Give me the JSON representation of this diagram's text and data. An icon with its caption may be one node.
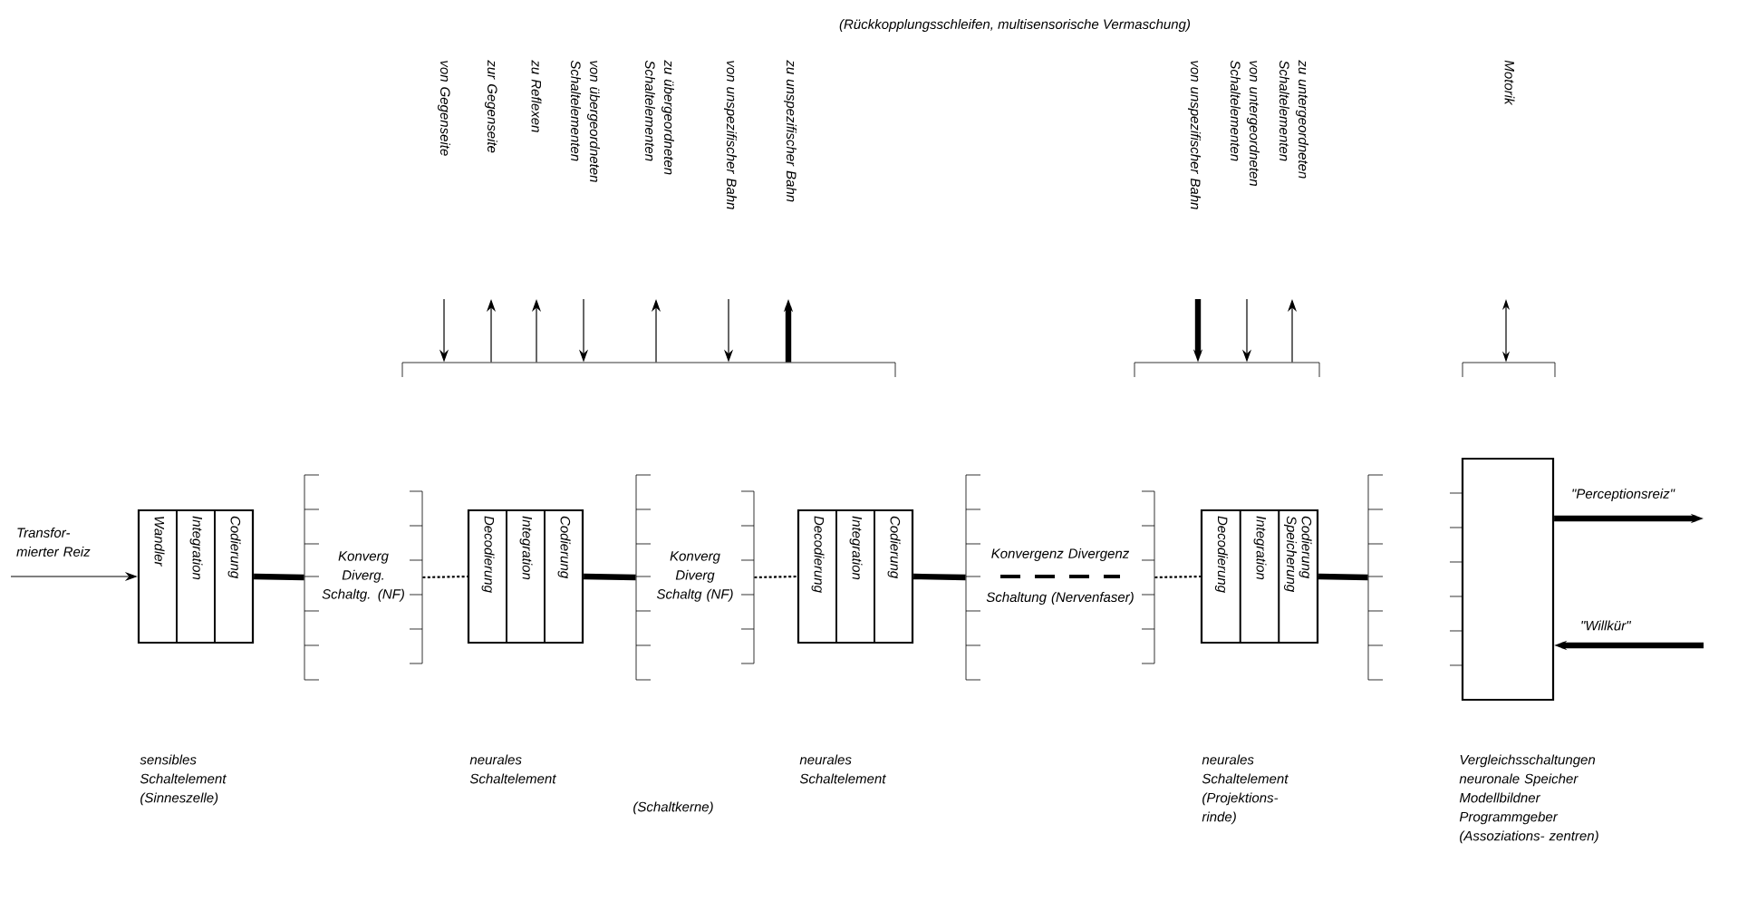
{
  "diagram": {
    "title": "(Rückkopplungsschleifen, multisensorische Vermaschung)",
    "nodes": [
      {
        "text": [],
        "shape": "box"
      },
      {
        "text": [
          "Wandler"
        ],
        "in": 0
      },
      {
        "text": [
          "Integration"
        ],
        "in": 0
      },
      {
        "text": [
          "Codierung"
        ],
        "in": 0
      },
      {
        "text": [
          "Konverg Diverg. Schaltg. (NF)"
        ]
      },
      {
        "text": [],
        "shape": "box"
      },
      {
        "text": [
          "Decodierung"
        ],
        "in": 5
      },
      {
        "text": [
          "Integration"
        ],
        "in": 5
      },
      {
        "text": [
          "Codierung"
        ],
        "in": 5
      },
      {
        "text": [
          "Konverg Diverg Schaltg (NF)"
        ]
      },
      {
        "text": [],
        "shape": "box"
      },
      {
        "text": [
          "Decodierung"
        ],
        "in": 10
      },
      {
        "text": [
          "Integration"
        ],
        "in": 10
      },
      {
        "text": [
          "Codierung"
        ],
        "in": 10
      },
      {
        "text": [
          "Konvergenz Divergenz",
          "Schaltung (Nervenfaser)"
        ]
      },
      {
        "text": [],
        "shape": "box"
      },
      {
        "text": [
          "Decodierung"
        ],
        "in": 15
      },
      {
        "text": [
          "Integration"
        ],
        "in": 15
      },
      {
        "text": [
          "Codierung Speicherung"
        ],
        "in": 15
      },
      {
        "text": [],
        "shape": "bracket"
      },
      {
        "text": [],
        "shape": "box"
      },
      {
        "text": [],
        "shape": "bracket"
      },
      {
        "text": [],
        "shape": "bracket"
      },
      {
        "text": [],
        "shape": "bracket"
      }
    ],
    "edges": [
      {
        "from": null,
        "to": 0,
        "arrow": "to",
        "label": "Transfor- mierter Reiz"
      },
      {
        "from": 0,
        "to": 4,
        "arrow": "none",
        "style": "thick"
      },
      {
        "from": 4,
        "to": 5,
        "arrow": "none",
        "style": "dashed"
      },
      {
        "from": 5,
        "to": 9,
        "arrow": "none",
        "style": "thick"
      },
      {
        "from": 9,
        "to": 10,
        "arrow": "none",
        "style": "dashed"
      },
      {
        "from": 10,
        "to": 14,
        "arrow": "none",
        "style": "thick"
      },
      {
        "from": 14,
        "to": 15,
        "arrow": "none",
        "style": "dashed"
      },
      {
        "from": 15,
        "to": 19,
        "arrow": "none",
        "style": "thick"
      },
      {
        "from": null,
        "to": 21,
        "arrow": "to"
      },
      {
        "from": 21,
        "to": null,
        "arrow": "to"
      },
      {
        "from": 21,
        "to": null,
        "arrow": "to"
      },
      {
        "from": null,
        "to": 21,
        "arrow": "to"
      },
      {
        "from": 21,
        "to": null,
        "arrow": "to"
      },
      {
        "from": null,
        "to": 21,
        "arrow": "to"
      },
      {
        "from": 21,
        "to": null,
        "arrow": "to",
        "style": "thick"
      },
      {
        "from": null,
        "to": 22,
        "arrow": "to",
        "style": "thick"
      },
      {
        "from": null,
        "to": 22,
        "arrow": "to"
      },
      {
        "from": 22,
        "to": null,
        "arrow": "to"
      },
      {
        "from": null,
        "to": 23,
        "arrow": "both"
      },
      {
        "from": 20,
        "to": null,
        "arrow": "to",
        "style": "thick",
        "label": "\"Perceptionsreiz\""
      },
      {
        "from": null,
        "to": 20,
        "arrow": "to",
        "style": "thick",
        "label": "\"Willkür\""
      }
    ],
    "labels": [
      "von Gegenseite",
      "zur Gegenseite",
      "zu Reflexen",
      "von übergeordneten Schaltelementen",
      "zu übergeordneten Schaltelementen",
      "von unspezifischer Bahn",
      "zu unspezifischer Bahn",
      "von unspezifischer Bahn",
      "von untergeordneten Schaltelementen",
      "zu untergeordneten Schaltelementen",
      "Motorik",
      "sensibles Schaltelement (Sinneszelle)",
      "neurales Schaltelement",
      "neurales Schaltelement",
      "neurales Schaltelement (Projektions- rinde)",
      "Vergleichsschaltungen neuronale Speicher Modellbildner Programmgeber (Assoziations- zentren)",
      "(Schaltkerne)"
    ]
  }
}
